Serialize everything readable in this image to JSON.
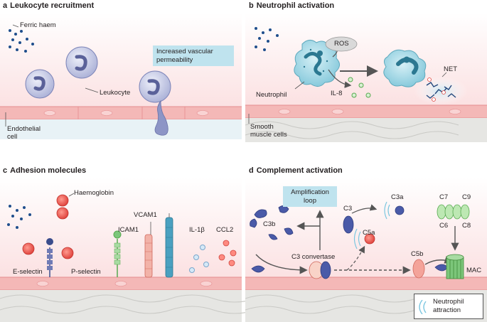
{
  "panels": {
    "a": {
      "letter": "a",
      "title": "Leukocyte recruitment",
      "ferric_haem": "Ferric haem",
      "leukocyte": "Leukocyte",
      "endothelial_line1": "Endothelial",
      "endothelial_line2": "cell",
      "callout_line1": "Increased vascular",
      "callout_line2": "permeability"
    },
    "b": {
      "letter": "b",
      "title": "Neutrophil activation",
      "ros": "ROS",
      "neutrophil": "Neutrophil",
      "il8": "IL-8",
      "net": "NET",
      "smooth_line1": "Smooth",
      "smooth_line2": "muscle cells"
    },
    "c": {
      "letter": "c",
      "title": "Adhesion molecules",
      "haemoglobin": "Haemoglobin",
      "vcam1": "VCAM1",
      "icam1": "ICAM1",
      "il1b": "IL-1β",
      "ccl2": "CCL2",
      "e_selectin": "E-selectin",
      "p_selectin": "P-selectin"
    },
    "d": {
      "letter": "d",
      "title": "Complement activation",
      "amp_line1": "Amplification",
      "amp_line2": "loop",
      "c3": "C3",
      "c3a": "C3a",
      "c3b": "C3b",
      "c5a": "C5a",
      "c3_convertase": "C3 convertase",
      "c5b": "C5b",
      "c7": "C7",
      "c9": "C9",
      "c6": "C6",
      "c8": "C8",
      "mac": "MAC",
      "legend_line1": "Neutrophil",
      "legend_line2": "attraction"
    }
  },
  "colors": {
    "vessel_pink": "#fbe1e2",
    "endothelium": "#f4b8b7",
    "endothelium_stroke": "#e58d8f",
    "smooth_muscle": "#e6e6e3",
    "leukocyte": "#c7cce6",
    "leukocyte_dark": "#7c84b8",
    "neutrophil": "#8fd0e0",
    "haem_blue": "#1f4e8c",
    "callout": "#bfe3ee",
    "green": "#7cc67a",
    "red": "#e75a5a",
    "teal": "#2b8ab0"
  }
}
